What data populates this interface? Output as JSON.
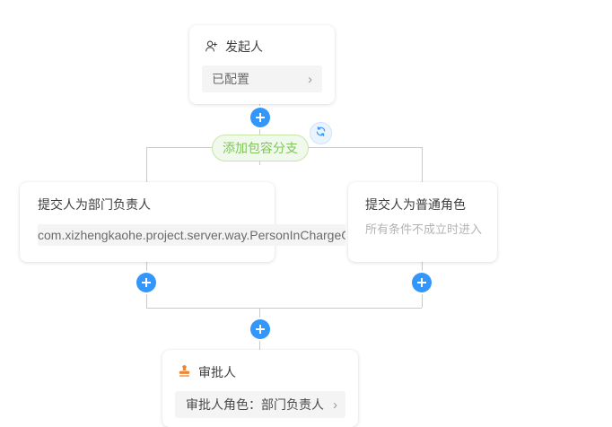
{
  "flow": {
    "initiator": {
      "icon": "person-add-icon",
      "title": "发起人",
      "field_value": "已配置",
      "chevron": "›"
    },
    "add_branch_button": {
      "label": "添加包容分支"
    },
    "sync_button": {
      "icon": "refresh-sync-icon"
    },
    "branches": [
      {
        "title": "提交人为部门负责人",
        "condition": "com.xizhengkaohe.project.server.way.PersonInChargeG"
      },
      {
        "title": "提交人为普通角色",
        "subtitle": "所有条件不成立时进入"
      }
    ],
    "approver": {
      "icon": "stamp-icon",
      "title": "审批人",
      "field_value": "审批人角色：部门负责人",
      "chevron": "›"
    },
    "add_node_buttons": [
      {
        "name": "add-node-after-initiator"
      },
      {
        "name": "add-node-left-branch"
      },
      {
        "name": "add-node-right-branch"
      },
      {
        "name": "add-node-after-merge"
      }
    ]
  },
  "colors": {
    "accent_blue": "#3296fa",
    "branch_green_text": "#7cc756",
    "branch_green_bg": "#f0f9eb",
    "branch_green_border": "#c4e6aa",
    "stamp_orange": "#e8883a",
    "line_gray": "#cacaca",
    "field_gray": "#f4f4f4",
    "background": "#ffffff"
  }
}
